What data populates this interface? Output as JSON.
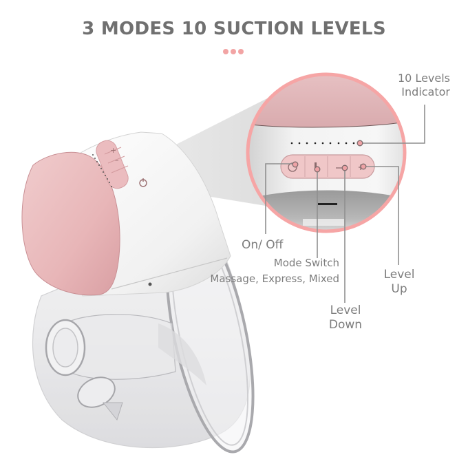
{
  "header": {
    "title": "3 MODES 10 SUCTION LEVELS",
    "decoration": "three-dots",
    "accent_color": "#f2a4a4"
  },
  "product": {
    "name_icon": "wearable-breast-pump",
    "body_color": "#e9b9bb",
    "shell_color": "#f4f4f4",
    "control_panel": {
      "buttons": [
        "+",
        "−",
        "mode",
        "power"
      ]
    }
  },
  "zoom_callout": {
    "ring_color": "#f5a3a3",
    "level_dots": 10,
    "buttons": [
      {
        "icon": "power-icon",
        "name": "on-off"
      },
      {
        "icon": "mode-icon",
        "name": "mode-switch"
      },
      {
        "icon": "minus-icon",
        "name": "level-down"
      },
      {
        "icon": "plus-icon",
        "name": "level-up"
      }
    ]
  },
  "labels": {
    "levels_indicator_line1": "10 Levels",
    "levels_indicator_line2": "Indicator",
    "on_off": "On/ Off",
    "mode_switch": "Mode Switch",
    "mode_switch_sub": "Massage, Express, Mixed",
    "level_down_line1": "Level",
    "level_down_line2": "Down",
    "level_up_line1": "Level",
    "level_up_line2": "Up"
  }
}
